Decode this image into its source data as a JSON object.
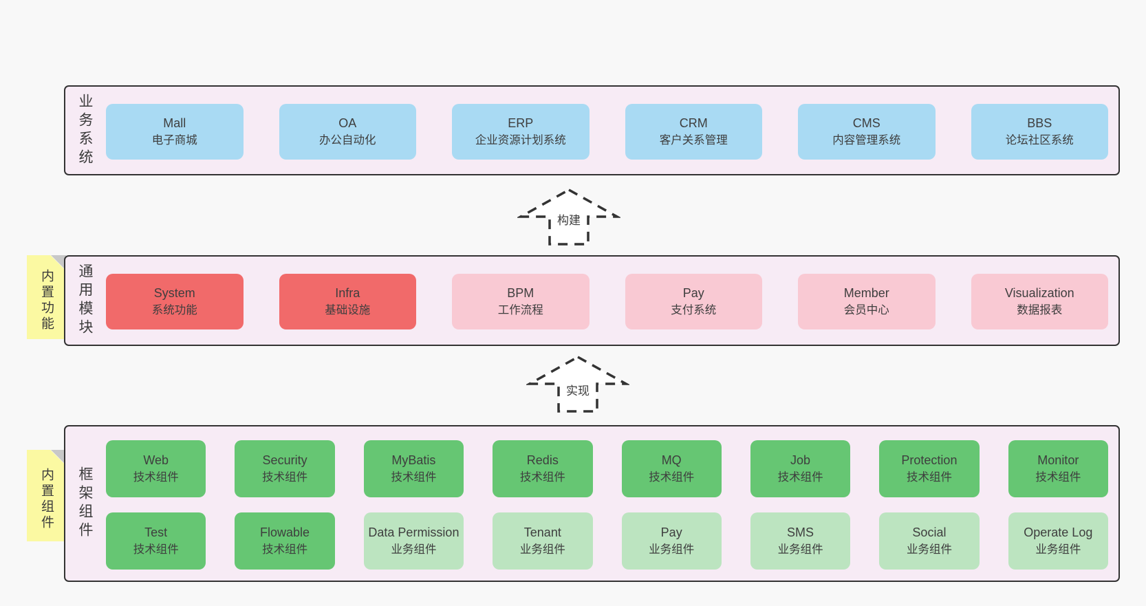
{
  "rows": [
    {
      "label": "业务系统",
      "tab": "",
      "items": [
        {
          "en": "Mall",
          "zh": "电子商城",
          "type": "blue"
        },
        {
          "en": "OA",
          "zh": "办公自动化",
          "type": "blue"
        },
        {
          "en": "ERP",
          "zh": "企业资源计划系统",
          "type": "blue"
        },
        {
          "en": "CRM",
          "zh": "客户关系管理",
          "type": "blue"
        },
        {
          "en": "CMS",
          "zh": "内容管理系统",
          "type": "blue"
        },
        {
          "en": "BBS",
          "zh": "论坛社区系统",
          "type": "blue"
        }
      ]
    },
    {
      "label": "通用模块",
      "tab": "内置功能",
      "items": [
        {
          "en": "System",
          "zh": "系统功能",
          "type": "red"
        },
        {
          "en": "Infra",
          "zh": "基础设施",
          "type": "red"
        },
        {
          "en": "BPM",
          "zh": "工作流程",
          "type": "pink"
        },
        {
          "en": "Pay",
          "zh": "支付系统",
          "type": "pink"
        },
        {
          "en": "Member",
          "zh": "会员中心",
          "type": "pink"
        },
        {
          "en": "Visualization",
          "zh": "数据报表",
          "type": "pink"
        }
      ]
    },
    {
      "label": "框架组件",
      "tab": "内置组件",
      "items_top": [
        {
          "en": "Web",
          "zh": "技术组件",
          "type": "green"
        },
        {
          "en": "Security",
          "zh": "技术组件",
          "type": "green"
        },
        {
          "en": "MyBatis",
          "zh": "技术组件",
          "type": "green"
        },
        {
          "en": "Redis",
          "zh": "技术组件",
          "type": "green"
        },
        {
          "en": "MQ",
          "zh": "技术组件",
          "type": "green"
        },
        {
          "en": "Job",
          "zh": "技术组件",
          "type": "green"
        },
        {
          "en": "Protection",
          "zh": "技术组件",
          "type": "green"
        },
        {
          "en": "Monitor",
          "zh": "技术组件",
          "type": "green"
        }
      ],
      "items_bottom": [
        {
          "en": "Test",
          "zh": "技术组件",
          "type": "green"
        },
        {
          "en": "Flowable",
          "zh": "技术组件",
          "type": "green"
        },
        {
          "en": "Data Permission",
          "zh": "业务组件",
          "type": "lightgreen"
        },
        {
          "en": "Tenant",
          "zh": "业务组件",
          "type": "lightgreen"
        },
        {
          "en": "Pay",
          "zh": "业务组件",
          "type": "lightgreen"
        },
        {
          "en": "SMS",
          "zh": "业务组件",
          "type": "lightgreen"
        },
        {
          "en": "Social",
          "zh": "业务组件",
          "type": "lightgreen"
        },
        {
          "en": "Operate Log",
          "zh": "业务组件",
          "type": "lightgreen"
        }
      ]
    }
  ],
  "arrows": [
    {
      "label": "构建"
    },
    {
      "label": "实现"
    }
  ],
  "colors": {
    "page_background": "#f8f8f8",
    "panel_background": "#f7ebf5",
    "panel_border": "#333333",
    "business_box": "#a9daf3",
    "core_module_box": "#f16a6a",
    "optional_module_box": "#f9c9d3",
    "tech_component_box": "#66c673",
    "biz_component_box": "#bce4c0",
    "sticky_tab": "#fbf9a2",
    "sticky_fold": "#c8c8c8",
    "text": "#3b3b3b"
  }
}
